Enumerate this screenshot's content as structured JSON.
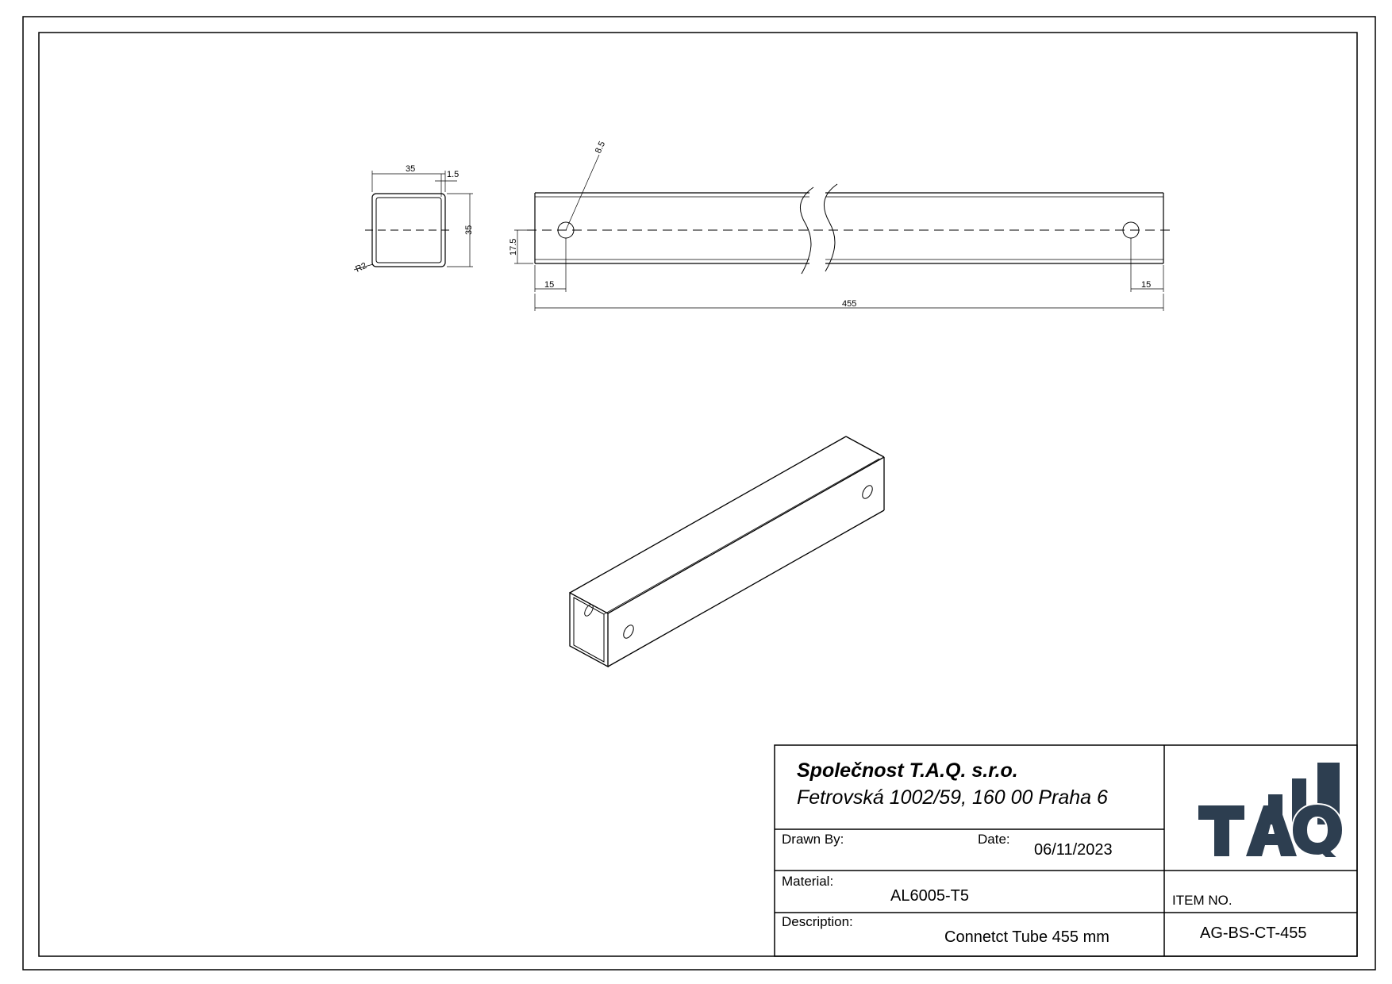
{
  "views": {
    "section": {
      "width_dim": "35",
      "wall_dim": "1.5",
      "height_dim": "35",
      "radius_dim": "R2"
    },
    "side": {
      "hole_dim": "8.5",
      "center_dim": "17.5",
      "left_offset_dim": "15",
      "right_offset_dim": "15",
      "length_dim": "455"
    }
  },
  "title_block": {
    "company": "Společnost T.A.Q. s.r.o.",
    "address": "Fetrovská 1002/59, 160 00 Praha 6",
    "drawn_by_label": "Drawn By:",
    "drawn_by_value": "",
    "date_label": "Date:",
    "date_value": "06/11/2023",
    "material_label": "Material:",
    "material_value": "AL6005-T5",
    "description_label": "Description:",
    "description_value": "Connetct Tube 455 mm",
    "item_no_label": "ITEM NO.",
    "item_no_value": "AG-BS-CT-455",
    "logo_text": "TAQ",
    "logo_color": "#2d3e50"
  }
}
